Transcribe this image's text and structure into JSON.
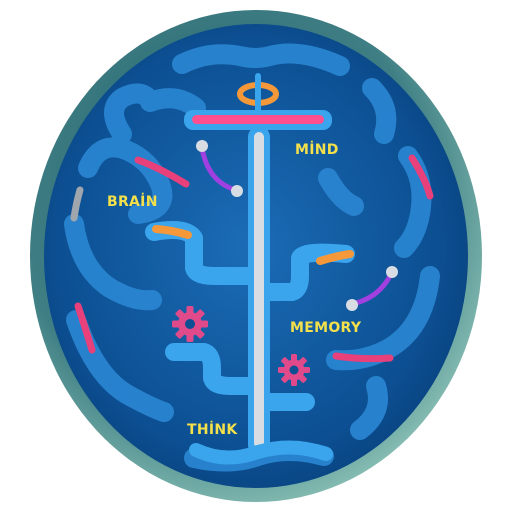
{
  "labels": {
    "mind": "MİND",
    "brain": "BRAİN",
    "memory": "MEMORY",
    "think": "THİNK"
  },
  "icons": [
    "brain-icon",
    "gear-icon",
    "gear-icon"
  ],
  "colors": {
    "outer_rim": "#4a8a8c",
    "outer_rim_light": "#8cc0b8",
    "inner_face": "#0a4a8a",
    "inner_face_center": "#1a6ab4",
    "pipe": "#2a8ad8",
    "pipe_bright": "#3aa4ec",
    "stem": "#d8dde4",
    "label": "#f4e04a",
    "pink": "#e8407a",
    "orange": "#f4983a",
    "purple": "#a040e0",
    "grey": "#9aa0a8",
    "gear": "#e04a8a"
  }
}
